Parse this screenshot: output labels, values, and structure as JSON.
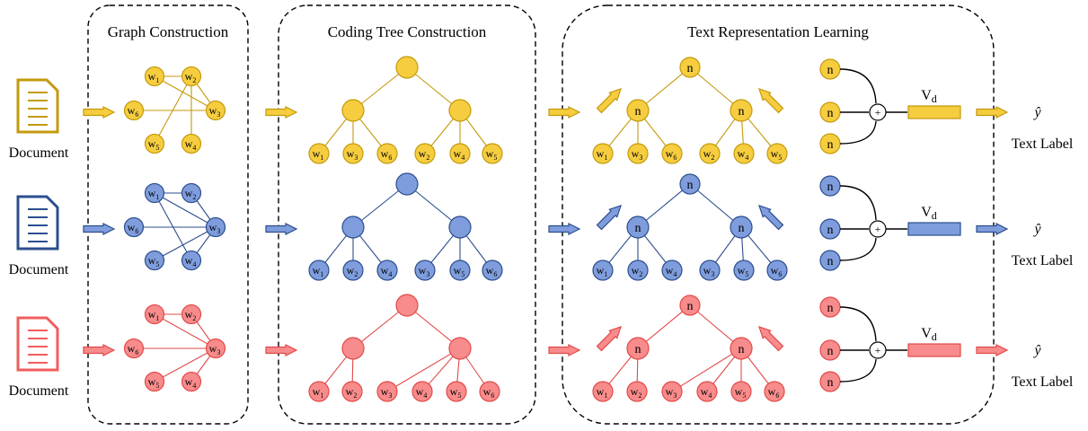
{
  "panels": {
    "graph": "Graph Construction",
    "tree": "Coding Tree Construction",
    "repr": "Text Representation Learning"
  },
  "doc_label": "Document",
  "output_label": "Text Label",
  "y_hat": "ŷ",
  "vector_label": "V",
  "vector_sub": "d",
  "plus": "+",
  "word_prefix": "w",
  "inner_node": "n",
  "colors": {
    "yellow": {
      "fill": "#f6cd3f",
      "stroke": "#c49a0c",
      "doc": "#c49a0c"
    },
    "blue": {
      "fill": "#7f9ddc",
      "stroke": "#2c4e8e",
      "doc": "#2c4e8e"
    },
    "red": {
      "fill": "#f88b8b",
      "stroke": "#e24a4a",
      "doc": "#f25d5d"
    }
  },
  "rows": [
    {
      "color": "yellow",
      "graph_edges": [
        [
          1,
          2
        ],
        [
          1,
          3
        ],
        [
          2,
          3
        ],
        [
          2,
          4
        ],
        [
          2,
          5
        ],
        [
          3,
          6
        ]
      ],
      "tree_left": [
        1,
        3,
        6
      ],
      "tree_right": [
        2,
        4,
        5
      ]
    },
    {
      "color": "blue",
      "graph_edges": [
        [
          1,
          2
        ],
        [
          1,
          3
        ],
        [
          2,
          3
        ],
        [
          3,
          6
        ],
        [
          3,
          4
        ],
        [
          3,
          5
        ],
        [
          1,
          4
        ]
      ],
      "tree_left": [
        1,
        2,
        4
      ],
      "tree_right": [
        3,
        5,
        6
      ]
    },
    {
      "color": "red",
      "graph_edges": [
        [
          1,
          2
        ],
        [
          1,
          3
        ],
        [
          3,
          6
        ],
        [
          3,
          4
        ],
        [
          3,
          5
        ],
        [
          3,
          2
        ]
      ],
      "tree_left": [
        1,
        2
      ],
      "tree_right": [
        3,
        4,
        5,
        6
      ]
    }
  ]
}
